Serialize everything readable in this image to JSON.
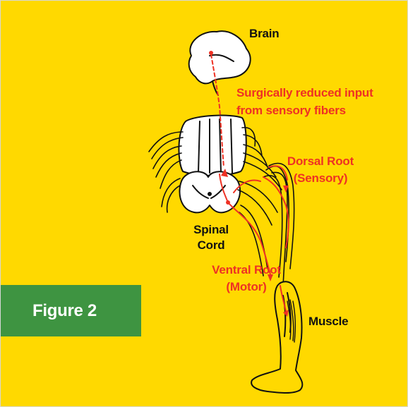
{
  "figure_label": "Figure 2",
  "labels": {
    "brain": "Brain",
    "surgical_line1": "Surgically reduced input",
    "surgical_line2": "from sensory fibers",
    "dorsal_line1": "Dorsal Root",
    "dorsal_line2": "(Sensory)",
    "spinal_line1": "Spinal",
    "spinal_line2": "Cord",
    "ventral_line1": "Ventral Root",
    "ventral_line2": "(Motor)",
    "muscle": "Muscle"
  },
  "colors": {
    "background": "#ffd900",
    "badge": "#3e9441",
    "pathway": "#ee3124",
    "ink": "#111111"
  }
}
